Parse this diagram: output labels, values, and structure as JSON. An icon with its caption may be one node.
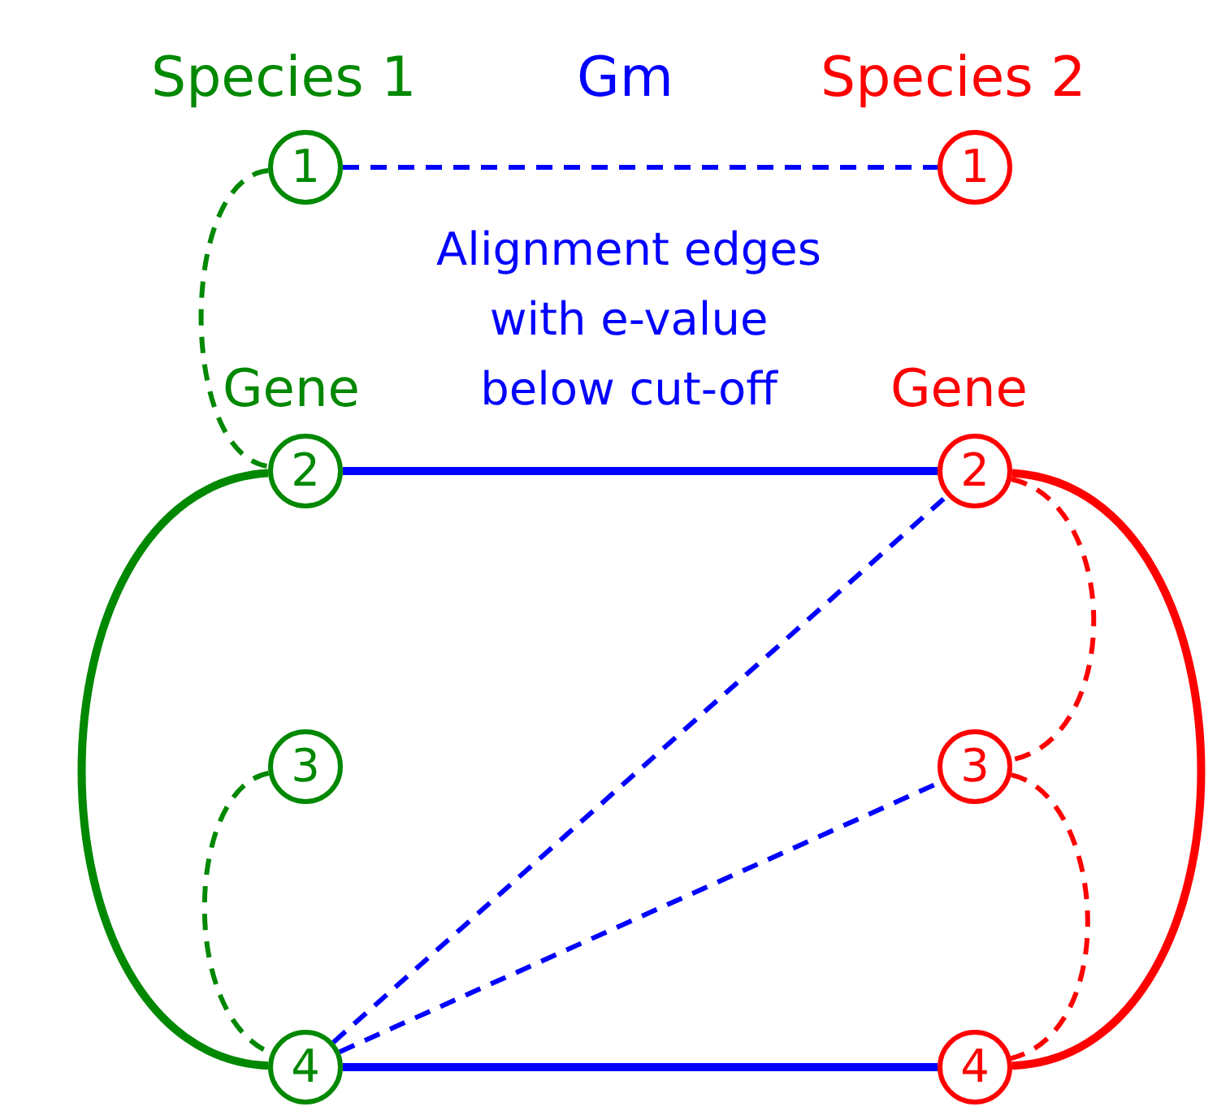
{
  "diagram": {
    "nodes": [
      {
        "text": [
          "1"
        ]
      },
      {
        "text": [
          "2"
        ],
        "beside": [
          "Gene"
        ]
      },
      {
        "text": [
          "3"
        ]
      },
      {
        "text": [
          "4"
        ]
      },
      {
        "text": [
          "1"
        ]
      },
      {
        "text": [
          "2"
        ],
        "beside": [
          "Gene"
        ]
      },
      {
        "text": [
          "3"
        ]
      },
      {
        "text": [
          "4"
        ]
      }
    ],
    "edges": [
      {
        "from": 0,
        "to": 4,
        "arrow": "none",
        "style": "dashed"
      },
      {
        "from": 0,
        "to": 1,
        "arrow": "none",
        "style": "dashed",
        "color": "#008800"
      },
      {
        "from": 1,
        "to": 3,
        "arrow": "none",
        "color": "#008800"
      },
      {
        "from": 2,
        "to": 3,
        "arrow": "none",
        "style": "dashed",
        "color": "#008800"
      },
      {
        "from": 1,
        "to": 5,
        "arrow": "none"
      },
      {
        "from": 3,
        "to": 7,
        "arrow": "none"
      },
      {
        "from": 3,
        "to": 5,
        "arrow": "none",
        "style": "dashed"
      },
      {
        "from": 3,
        "to": 6,
        "arrow": "none",
        "style": "dashed"
      },
      {
        "from": 5,
        "to": 6,
        "arrow": "none",
        "style": "dashed",
        "color": "#ff0000"
      },
      {
        "from": 5,
        "to": 7,
        "arrow": "none",
        "color": "#ff0000"
      },
      {
        "from": 6,
        "to": 7,
        "arrow": "none",
        "style": "dashed",
        "color": "#ff0000"
      }
    ],
    "labels": [
      "Species 1",
      "Gm",
      "Species 2",
      "Alignment edges with e-value below cut-off"
    ]
  }
}
